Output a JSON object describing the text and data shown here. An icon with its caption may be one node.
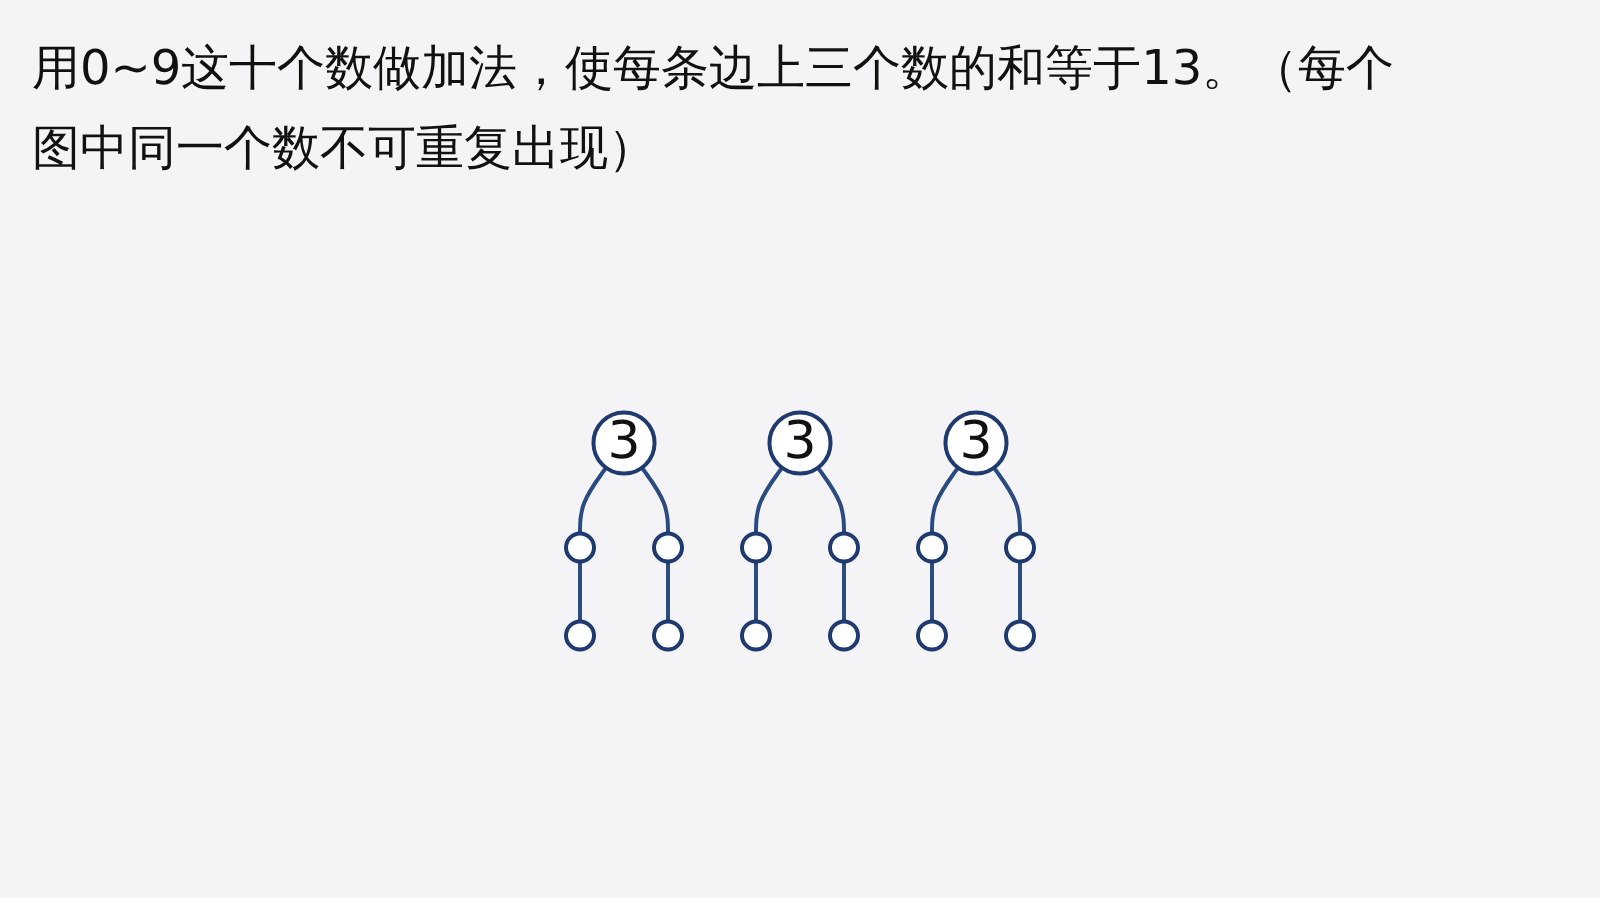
{
  "diagram": {
    "title": "用0~9这十个数做加法，使每条边上三个数的和等于13。（每个图中同一个数不可重复出现）",
    "nodes": [
      {
        "text": [
          "3"
        ]
      },
      {
        "text": [],
        "shape": "circle"
      },
      {
        "text": [],
        "shape": "circle"
      },
      {
        "text": [],
        "shape": "circle"
      },
      {
        "text": [],
        "shape": "circle"
      },
      {
        "text": [
          "3"
        ]
      },
      {
        "text": [],
        "shape": "circle"
      },
      {
        "text": [],
        "shape": "circle"
      },
      {
        "text": [],
        "shape": "circle"
      },
      {
        "text": [],
        "shape": "circle"
      },
      {
        "text": [
          "3"
        ]
      },
      {
        "text": [],
        "shape": "circle"
      },
      {
        "text": [],
        "shape": "circle"
      },
      {
        "text": [],
        "shape": "circle"
      },
      {
        "text": [],
        "shape": "circle"
      }
    ],
    "edges": [
      {
        "from": 0,
        "to": 1,
        "arrow": "none"
      },
      {
        "from": 0,
        "to": 2,
        "arrow": "none"
      },
      {
        "from": 1,
        "to": 3,
        "arrow": "none"
      },
      {
        "from": 2,
        "to": 4,
        "arrow": "none"
      },
      {
        "from": 5,
        "to": 6,
        "arrow": "none"
      },
      {
        "from": 5,
        "to": 7,
        "arrow": "none"
      },
      {
        "from": 6,
        "to": 8,
        "arrow": "none"
      },
      {
        "from": 7,
        "to": 9,
        "arrow": "none"
      },
      {
        "from": 10,
        "to": 11,
        "arrow": "none"
      },
      {
        "from": 10,
        "to": 12,
        "arrow": "none"
      },
      {
        "from": 11,
        "to": 13,
        "arrow": "none"
      },
      {
        "from": 12,
        "to": 14,
        "arrow": "none"
      }
    ]
  }
}
